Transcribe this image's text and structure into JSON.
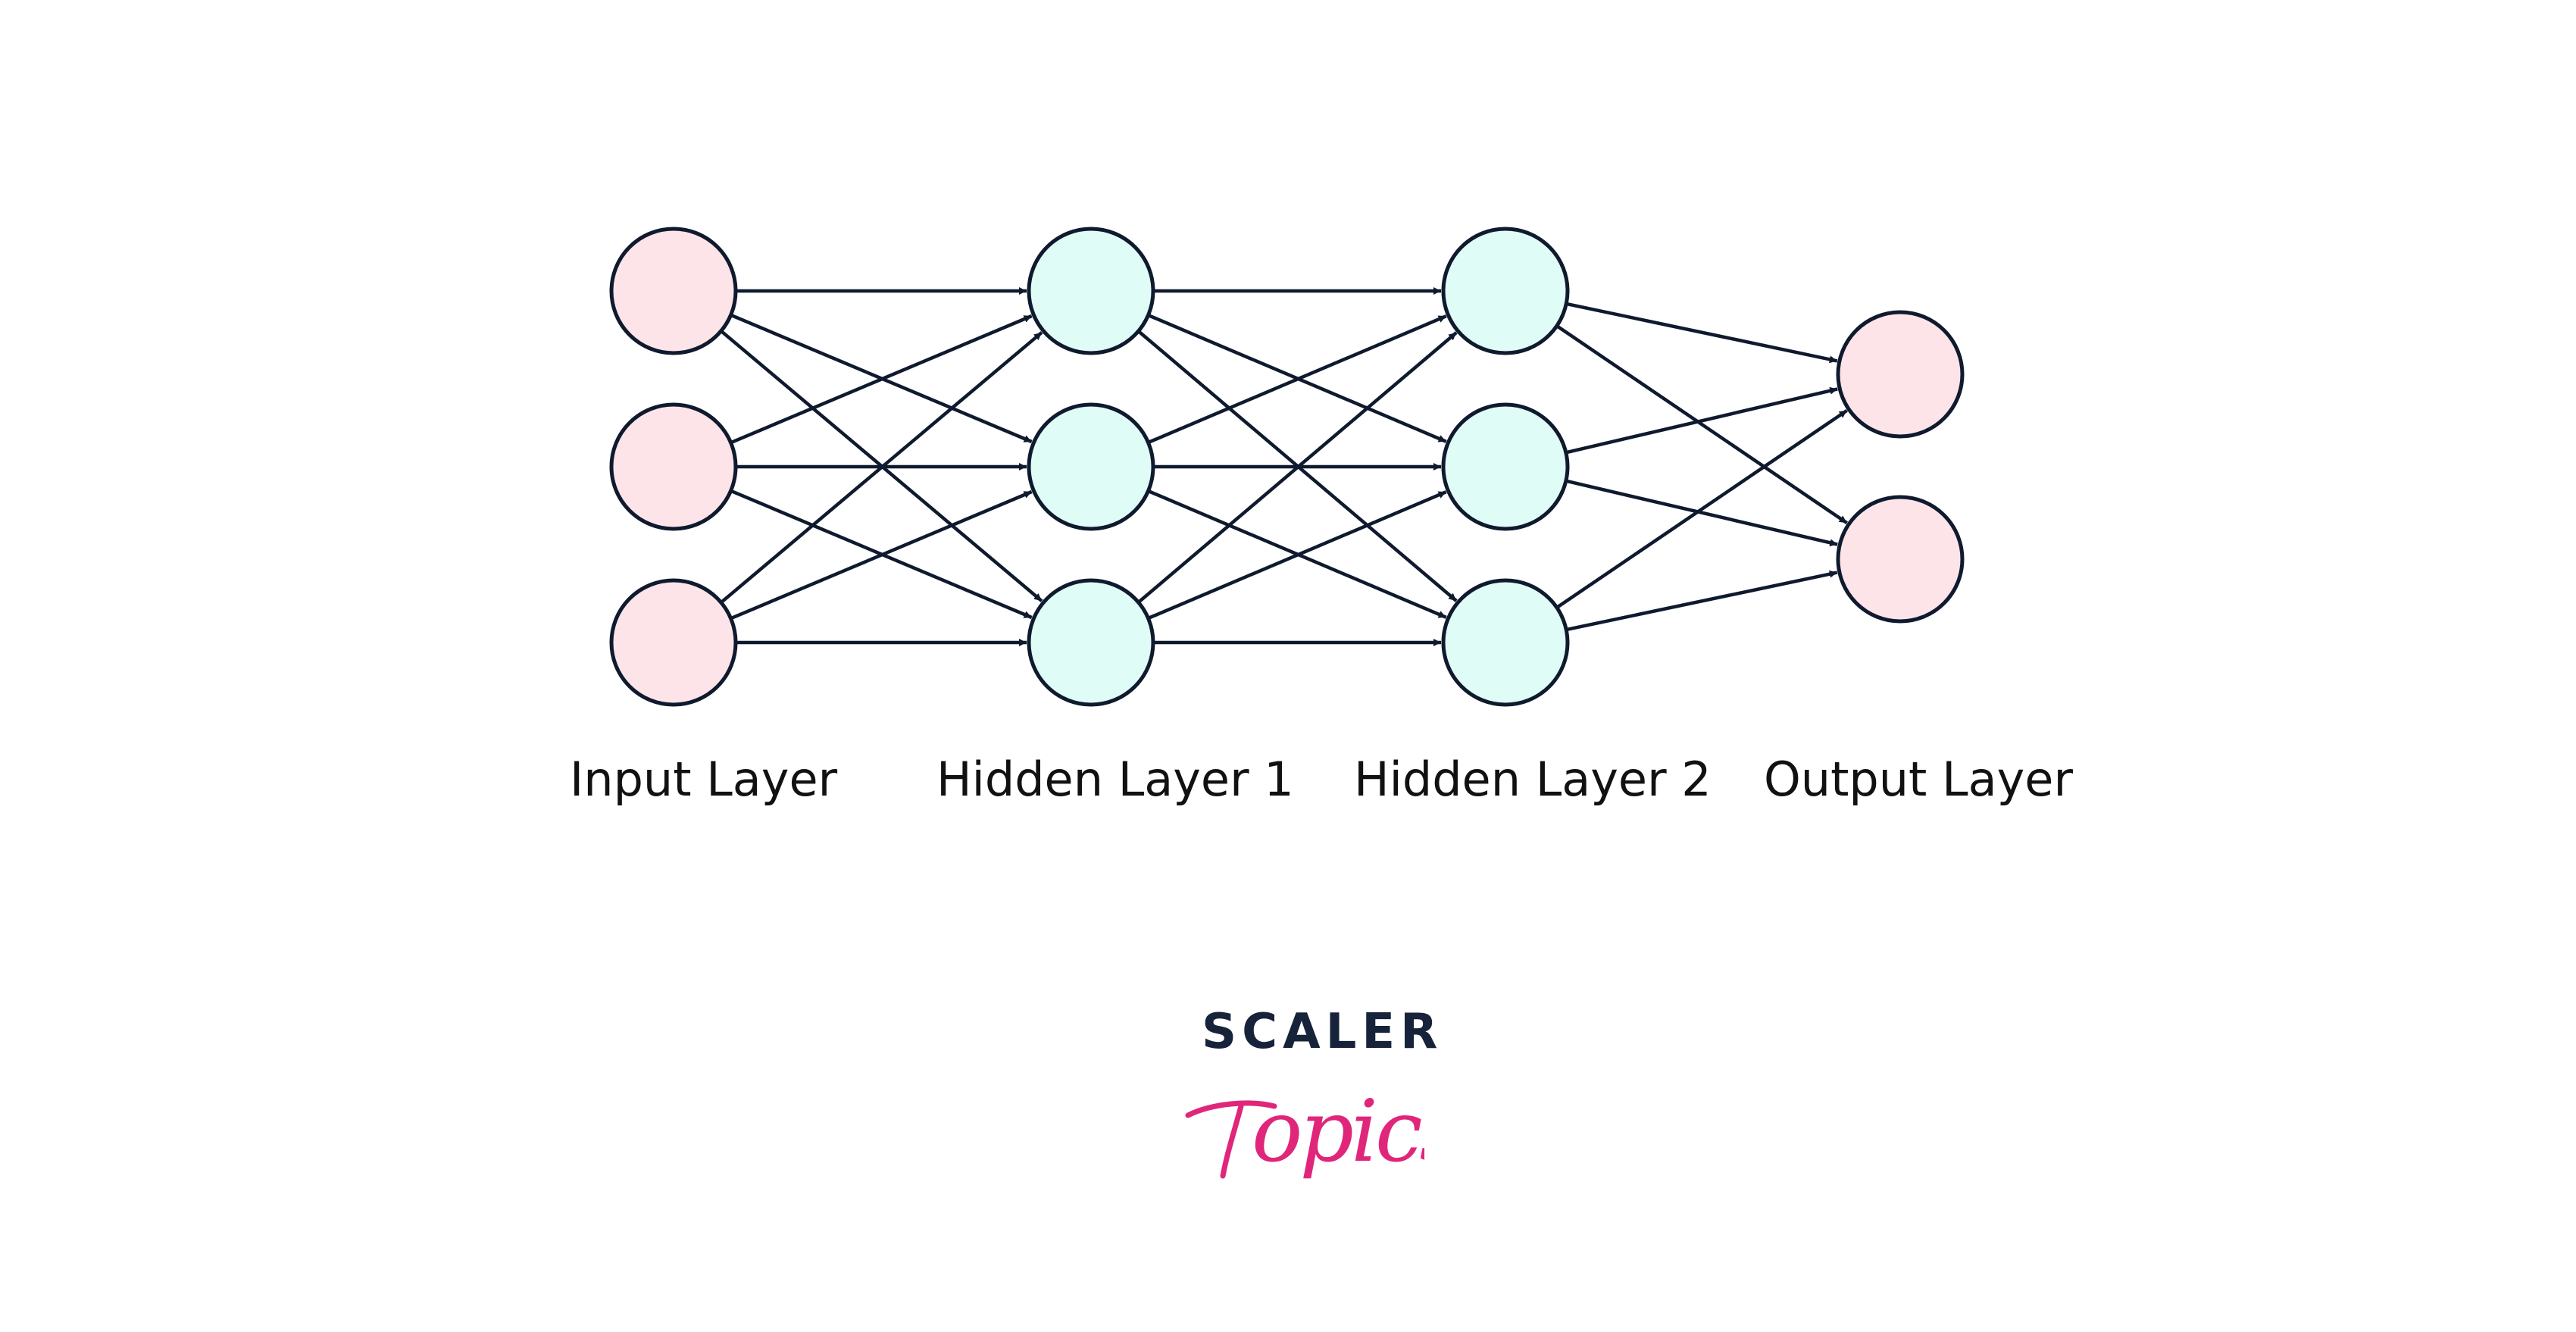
{
  "colors": {
    "stroke": "#0f1a2e",
    "input_fill": "#fde4e8",
    "hidden_fill": "#e0fcf7",
    "output_fill": "#fde4e8",
    "logo_dark": "#17233a",
    "logo_pink": "#e0267a"
  },
  "layers": [
    {
      "id": "input",
      "label": "Input Layer",
      "nodes": 3
    },
    {
      "id": "hidden1",
      "label": "Hidden Layer 1",
      "nodes": 3
    },
    {
      "id": "hidden2",
      "label": "Hidden Layer 2",
      "nodes": 3
    },
    {
      "id": "output",
      "label": "Output Layer",
      "nodes": 2
    }
  ],
  "connectivity": "fully-connected",
  "logo": {
    "scaler": "SCALER",
    "topics": "Topics"
  }
}
